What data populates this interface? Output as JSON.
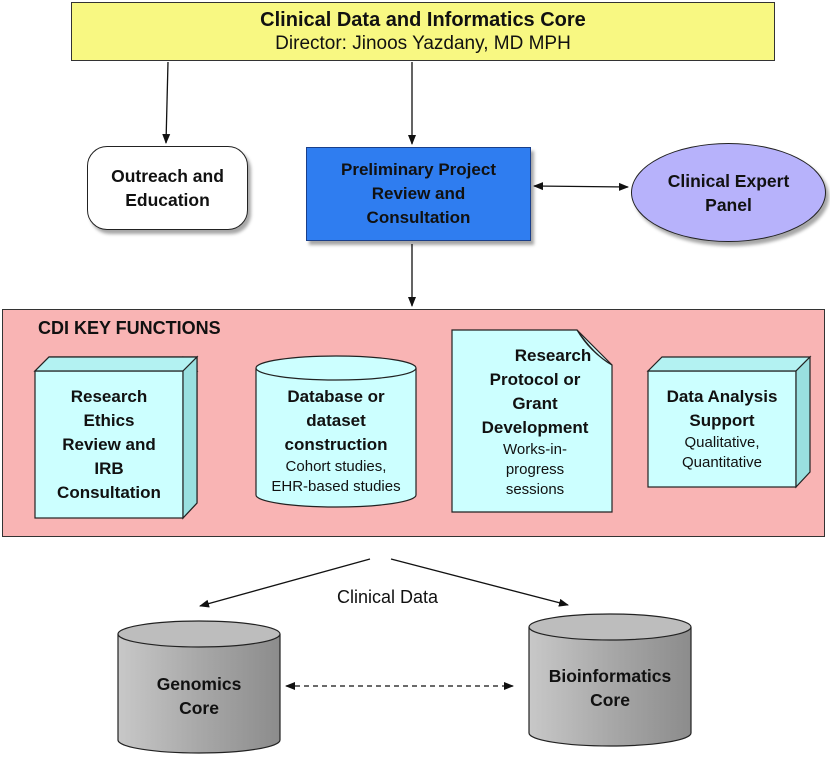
{
  "title": {
    "line1": "Clinical Data and Informatics Core",
    "line2": "Director: Jinoos Yazdany, MD MPH"
  },
  "outreach": {
    "line1": "Outreach and",
    "line2": "Education"
  },
  "preliminary": {
    "line1": "Preliminary Project",
    "line2": "Review and",
    "line3": "Consultation"
  },
  "expert_panel": {
    "line1": "Clinical Expert",
    "line2": "Panel"
  },
  "cdi": {
    "title": "CDI KEY FUNCTIONS",
    "research_ethics": {
      "line1": "Research",
      "line2": "Ethics",
      "line3": "Review and",
      "line4": "IRB",
      "line5": "Consultation"
    },
    "database": {
      "line1": "Database or",
      "line2": "dataset",
      "line3": "construction",
      "sub1": "Cohort studies,",
      "sub2": "EHR-based studies"
    },
    "protocol": {
      "line1": "Research",
      "line2": "Protocol or",
      "line3": "Grant",
      "line4": "Development",
      "sub1": "Works-in-",
      "sub2": "progress",
      "sub3": "sessions"
    },
    "analysis": {
      "line1": "Data Analysis",
      "line2": "Support",
      "sub1": "Qualitative,",
      "sub2": "Quantitative"
    }
  },
  "clinical_data_label": "Clinical Data",
  "genomics": {
    "line1": "Genomics",
    "line2": "Core"
  },
  "bioinformatics": {
    "line1": "Bioinformatics",
    "line2": "Core"
  },
  "colors": {
    "title_fill": "#f8f882",
    "preliminary_fill": "#2f7df0",
    "expert_fill": "#b7b2fb",
    "cdi_panel_fill": "#f9b4b4",
    "function_fill": "#ccffff",
    "core_cylinder_fill": "#a9a9a9"
  }
}
